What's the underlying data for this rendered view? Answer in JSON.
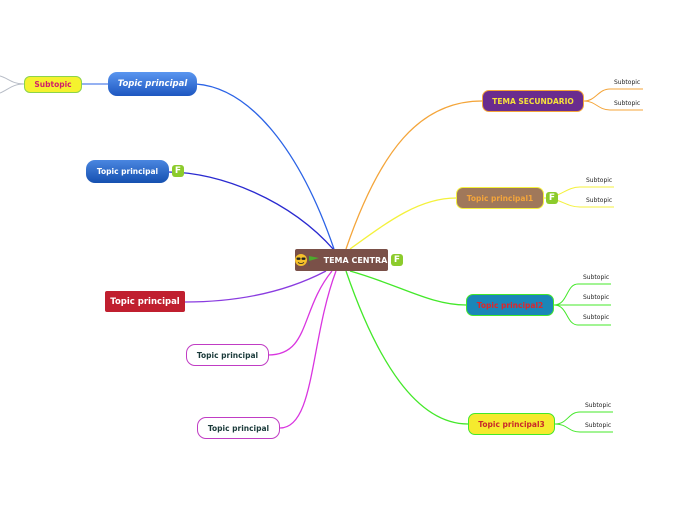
{
  "central": {
    "label": "TEMA CENTRAL",
    "badge": "F"
  },
  "left_topics": [
    {
      "label": "Topic principal",
      "color": "#2f6fd6"
    },
    {
      "label": "Topic principal",
      "color": "#1d56b8",
      "badge": "F"
    },
    {
      "label": "Topic principal",
      "color": "#c01f2f"
    },
    {
      "label": "Topic principal",
      "color": "#c03cc4"
    },
    {
      "label": "Topic principal",
      "color": "#c03cc4"
    }
  ],
  "left_subtopic": {
    "label": "Subtopic",
    "color": "#f5f22e"
  },
  "right_topics": [
    {
      "label": "TEMA SECUNDARIO",
      "color": "#6a2c8e",
      "subtopics": [
        "Subtopic",
        "Subtopic"
      ]
    },
    {
      "label": "Topic principal1",
      "color": "#a0785a",
      "badge": "F",
      "subtopics": [
        "Subtopic",
        "Subtopic"
      ]
    },
    {
      "label": "Topic principal2",
      "color": "#1a86b8",
      "subtopics": [
        "Subtopic",
        "Subtopic",
        "Subtopic"
      ]
    },
    {
      "label": "Topic principal3",
      "color": "#f5ea2e",
      "subtopics": [
        "Subtopic",
        "Subtopic"
      ]
    }
  ],
  "colors": {
    "central_bg": "#7a5048",
    "badge": "#8ccb2c",
    "branch_orange": "#f4a53a",
    "branch_yellow": "#f4f13c",
    "branch_green": "#44e82a",
    "branch_blue": "#2b63e6",
    "branch_navy": "#2a2ad0",
    "branch_purple": "#8a3ce0",
    "branch_magenta": "#d935e0"
  }
}
